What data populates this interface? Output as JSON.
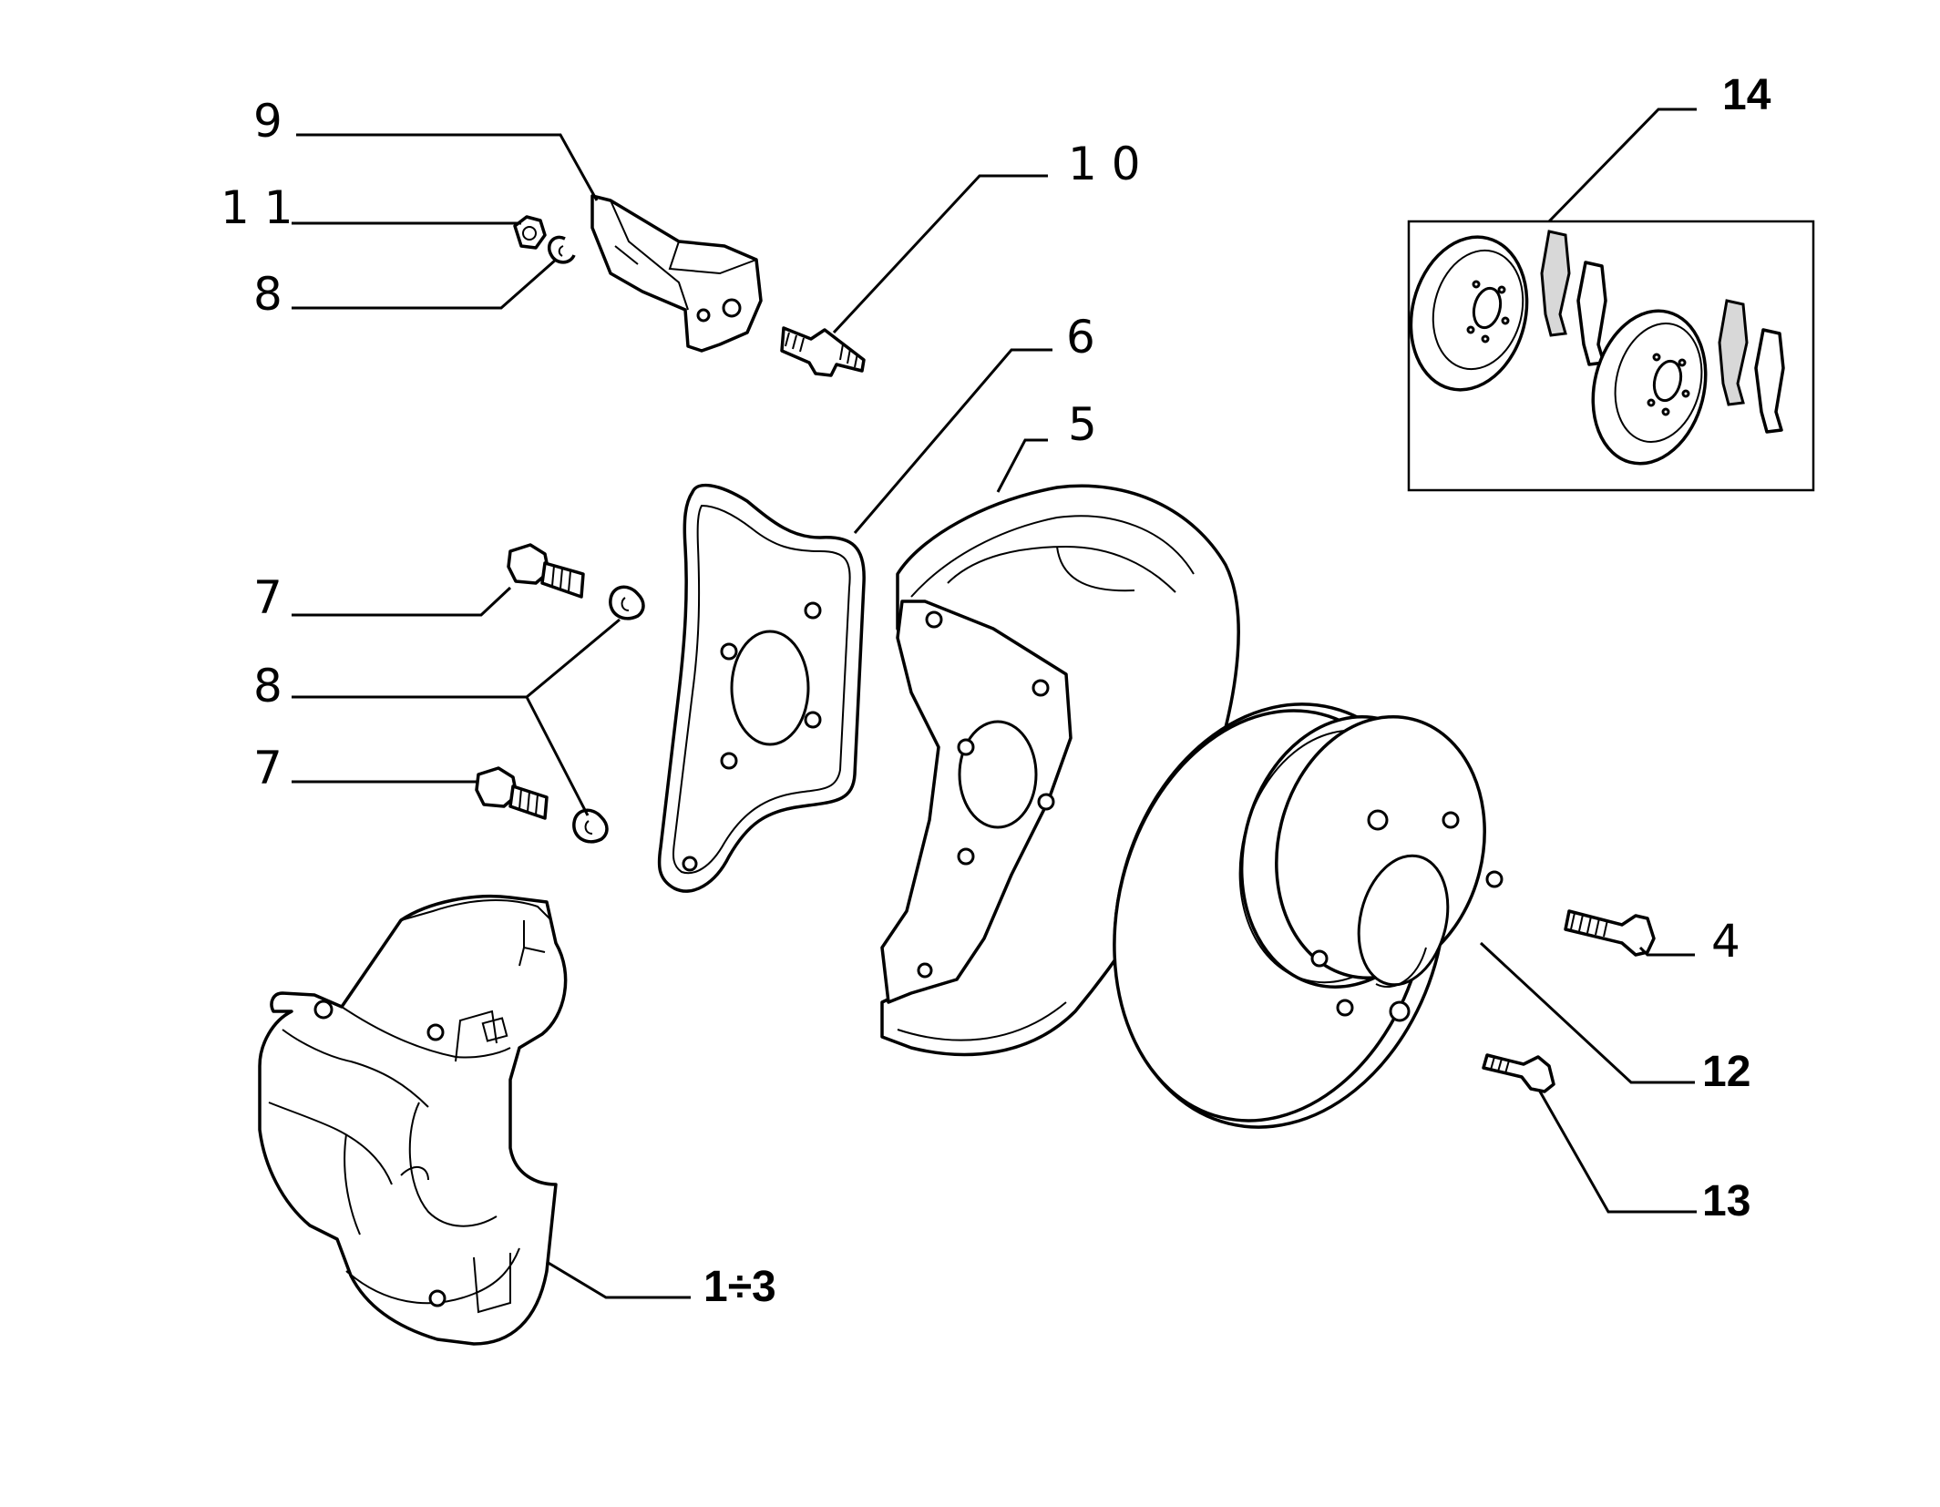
{
  "labels": {
    "l1_3": "1÷3",
    "l4": "4",
    "l5": "5",
    "l6": "6",
    "l7a": "7",
    "l7b": "7",
    "l8a": "8",
    "l8b": "8",
    "l9": "9",
    "l10": "1 0",
    "l11": "1 1",
    "l12": "12",
    "l13": "13",
    "l14": "14"
  },
  "colors": {
    "line": "#000000",
    "background": "#ffffff",
    "pad_fill": "#d8d8d8"
  }
}
